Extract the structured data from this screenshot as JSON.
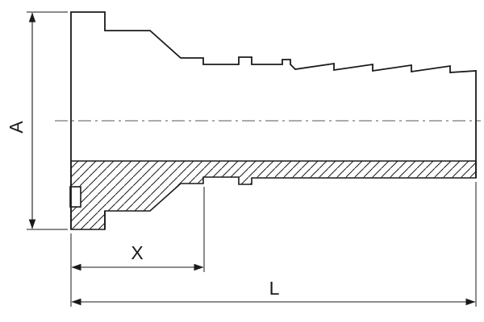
{
  "drawing": {
    "type": "technical-cross-section",
    "subject": "hose-flange-fitting",
    "dimensions": {
      "height_label": "A",
      "cutoff_length_label": "X",
      "overall_length_label": "L"
    },
    "colors": {
      "line": "#1a1a1a",
      "centerline": "#555555",
      "background": "#ffffff"
    }
  }
}
